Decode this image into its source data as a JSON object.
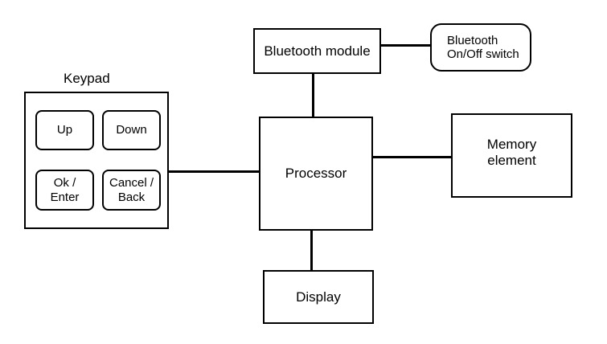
{
  "diagram": {
    "keypad": {
      "title": "Keypad",
      "keys": {
        "up": "Up",
        "down": "Down",
        "ok": "Ok /\nEnter",
        "cancel": "Cancel /\nBack"
      }
    },
    "bluetooth_module": "Bluetooth module",
    "bluetooth_switch": "Bluetooth\nOn/Off switch",
    "processor": "Processor",
    "memory": "Memory\nelement",
    "display": "Display"
  }
}
